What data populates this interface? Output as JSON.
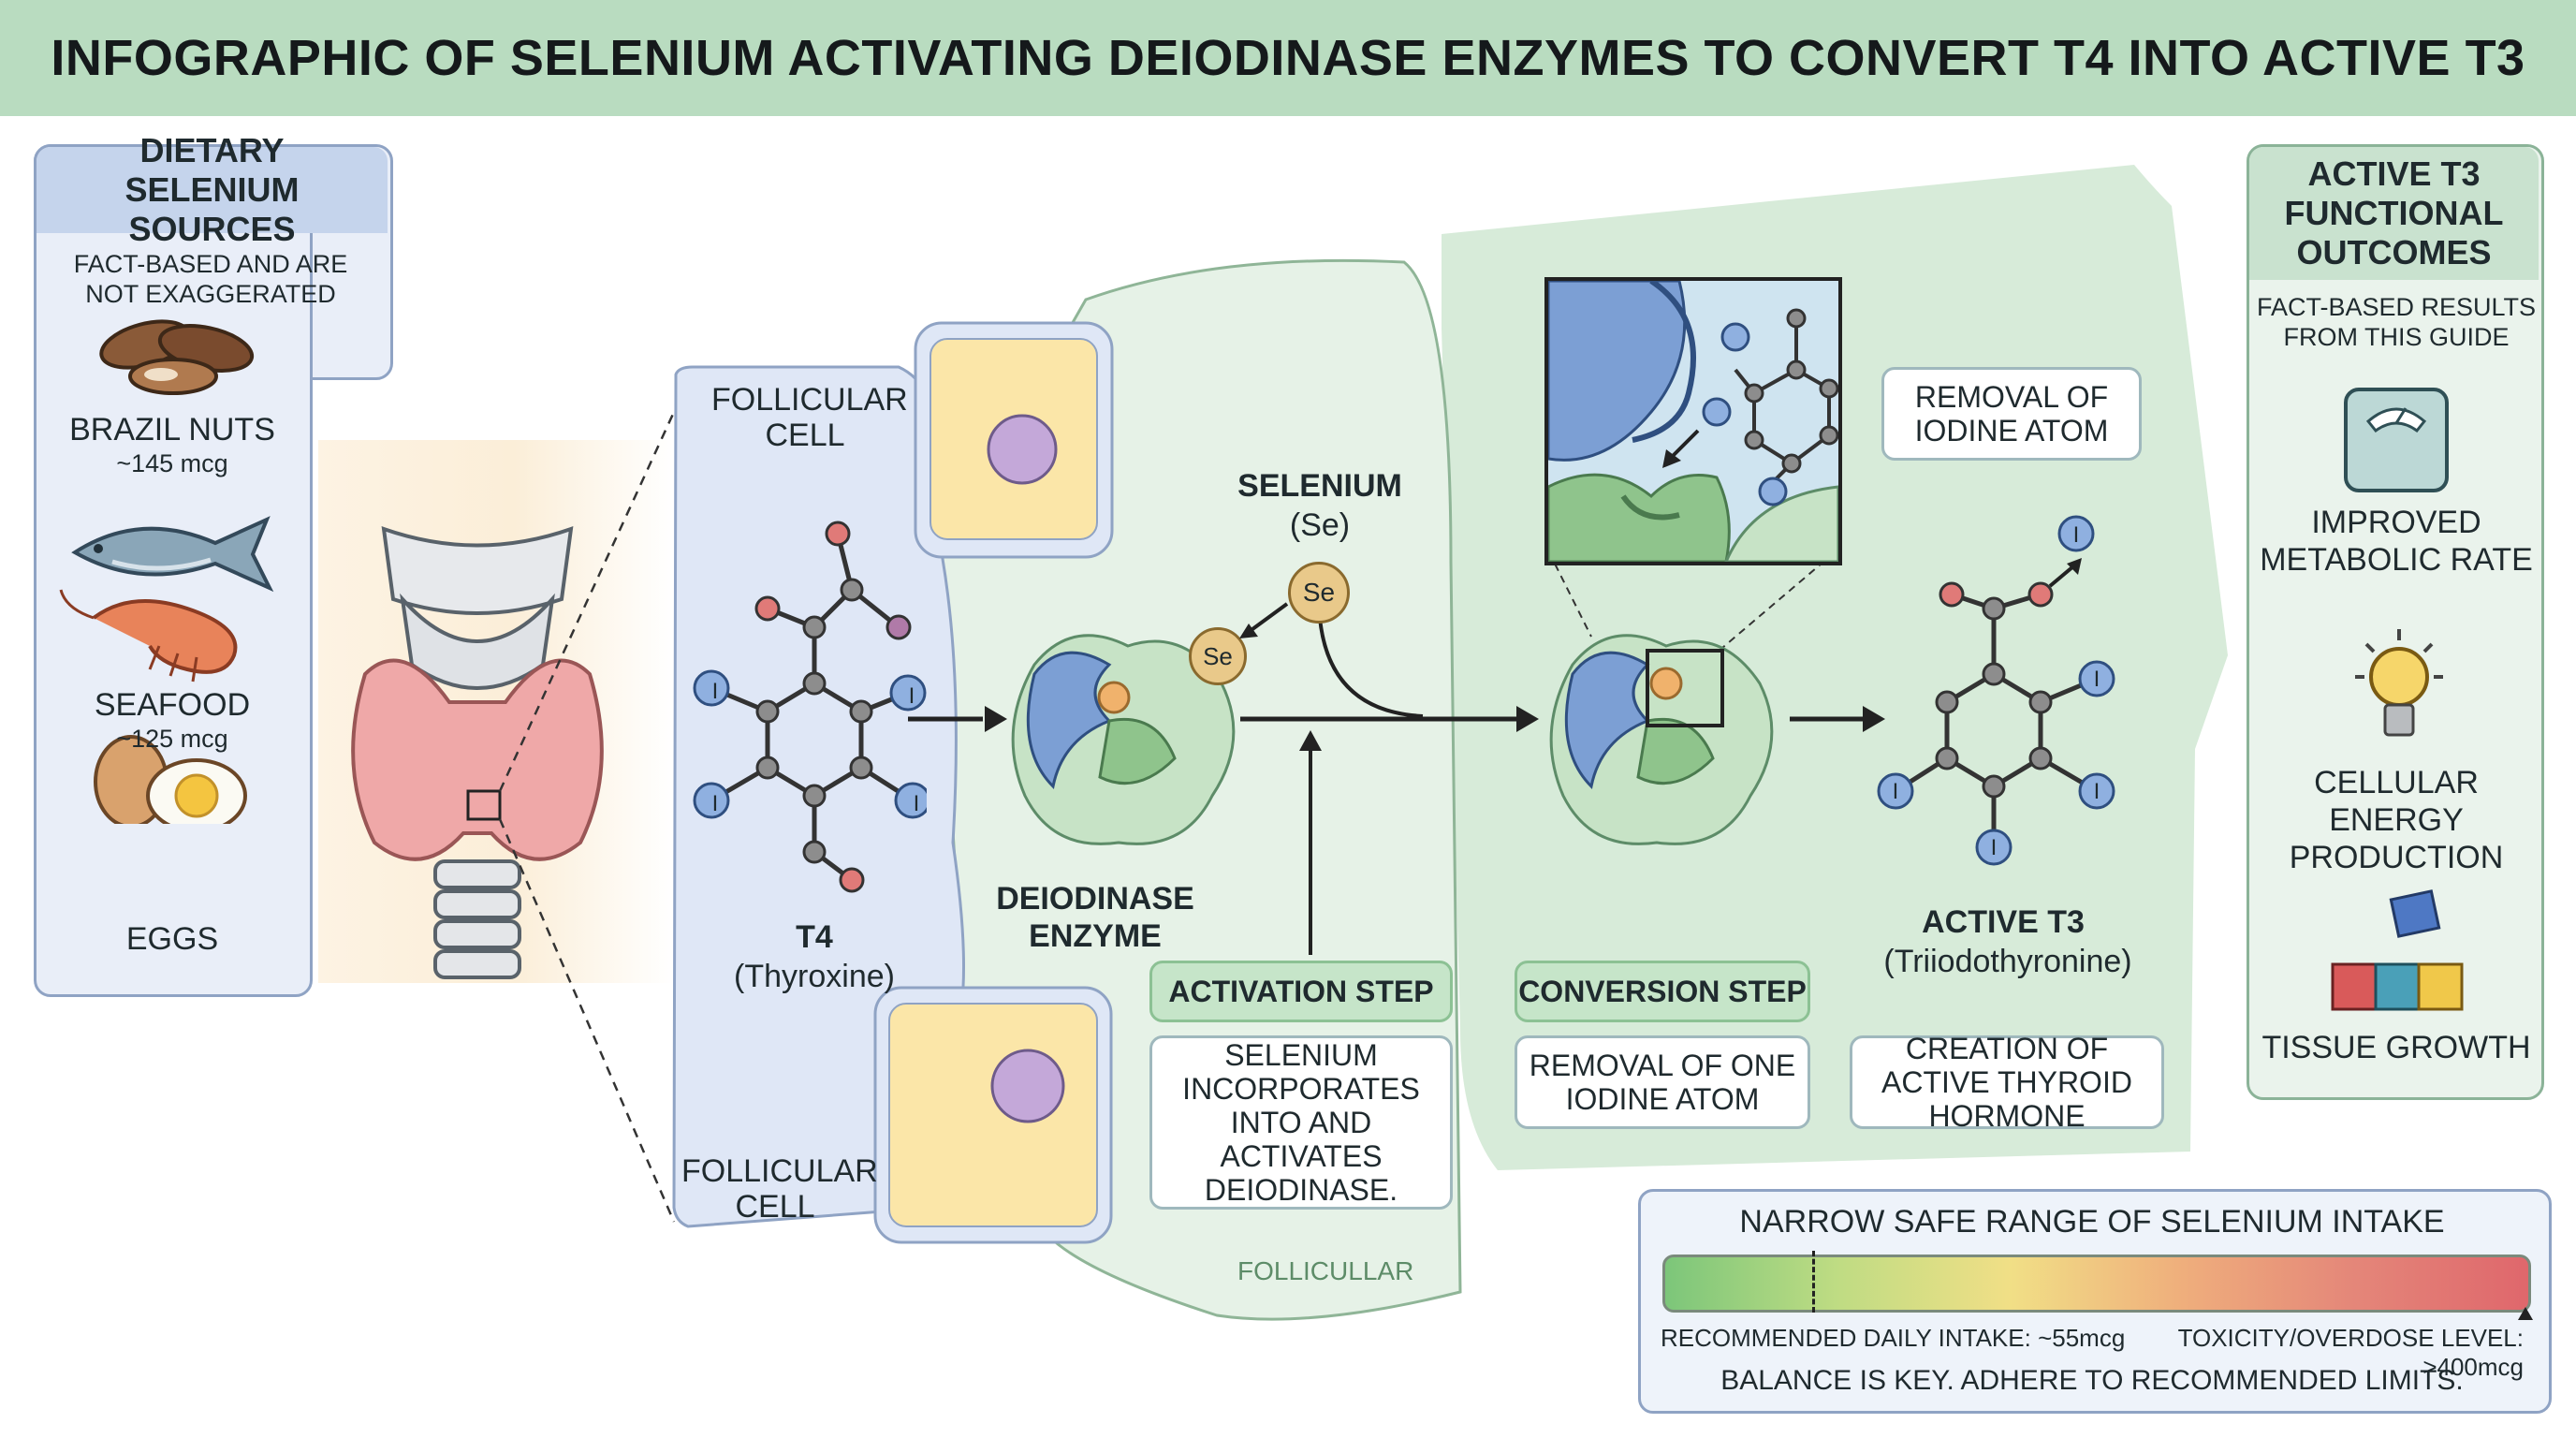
{
  "title": "INFOGRAPHIC OF SELENIUM ACTIVATING DEIODINASE ENZYMES TO CONVERT T4 INTO ACTIVE T3",
  "colors": {
    "title_bg": "#b9dcc0",
    "blue_panel": "#e9eef8",
    "green_panel": "#eaf3ec",
    "tag_green": "#c6e5c9",
    "iodine": "#8fb0e0",
    "selenium": "#e9c98a"
  },
  "sources": {
    "heading": "DIETARY SELENIUM SOURCES",
    "note": "FACT-BASED AND ARE NOT EXAGGERATED",
    "items": [
      {
        "name": "BRAZIL NUTS",
        "amount": "~145 mcg",
        "icon": "brazil-nut-icon"
      },
      {
        "name": "SEAFOOD",
        "amount": "~125 mcg",
        "icon": "fish-shrimp-icon"
      },
      {
        "name": "EGGS",
        "amount": "",
        "icon": "egg-icon"
      }
    ]
  },
  "cells": {
    "top": "FOLLICULAR CELL",
    "bottom": "FOLLICULAR CELL",
    "watermark": "FOLLICULLAR"
  },
  "t4": {
    "name": "T4",
    "full": "(Thyroxine)"
  },
  "enzyme": {
    "name": "DEIODINASE ENZYME"
  },
  "selenium": {
    "name": "SELENIUM",
    "symbol": "(Se)",
    "atom": "Se"
  },
  "iodine_symbol": "I",
  "removal_label": "REMOVAL OF IODINE ATOM",
  "activation": {
    "tag": "ACTIVATION STEP",
    "desc": "SELENIUM INCORPORATES INTO AND ACTIVATES DEIODINASE."
  },
  "conversion": {
    "tag": "CONVERSION STEP",
    "desc": "REMOVAL OF ONE IODINE ATOM"
  },
  "t3": {
    "name": "ACTIVE T3",
    "full": "(Triiodothyronine)",
    "desc": "CREATION OF ACTIVE THYROID HORMONE"
  },
  "outcomes": {
    "heading": "ACTIVE T3 FUNCTIONAL OUTCOMES",
    "note": "FACT-BASED RESULTS FROM THIS GUIDE",
    "items": [
      {
        "label": "IMPROVED METABOLIC RATE",
        "icon": "scale-icon"
      },
      {
        "label": "CELLULAR ENERGY PRODUCTION",
        "icon": "lightbulb-icon"
      },
      {
        "label": "TISSUE GROWTH",
        "icon": "blocks-icon"
      }
    ]
  },
  "safe_range": {
    "heading": "NARROW SAFE RANGE OF SELENIUM INTAKE",
    "recommended": "RECOMMENDED DAILY INTAKE: ~55mcg",
    "toxic": "TOXICITY/OVERDOSE LEVEL: >400mcg",
    "note": "BALANCE IS KEY. ADHERE TO RECOMMENDED LIMITS.",
    "recommended_fraction": 0.17
  }
}
